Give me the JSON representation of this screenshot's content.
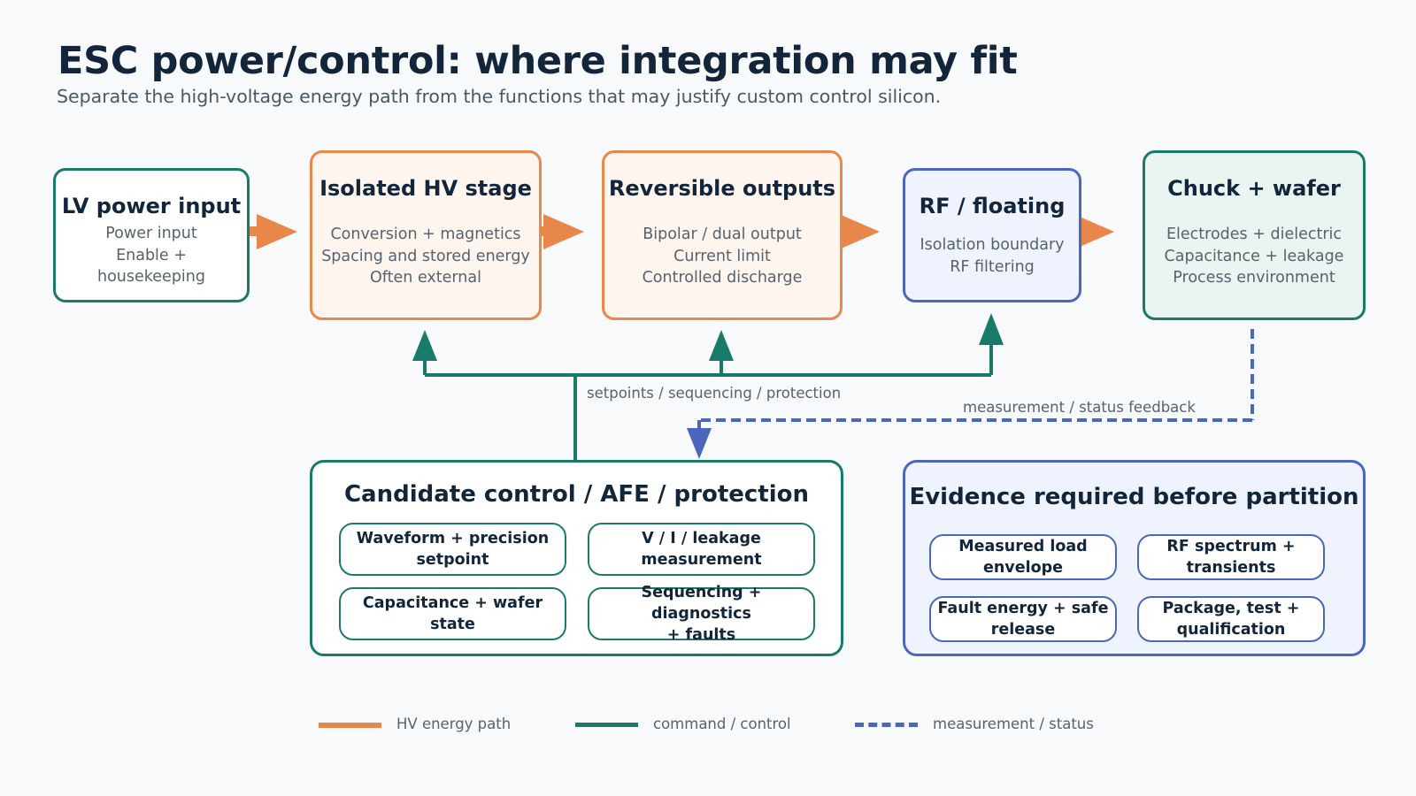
{
  "title": "ESC power/control: where integration may fit",
  "subtitle": "Separate the high-voltage energy path from the functions that may justify custom control silicon.",
  "colors": {
    "hv_path": "#e8874a",
    "command": "#1a7a6a",
    "measurement": "#4a67bd",
    "text": "#13253a"
  },
  "nodes": [
    {
      "title": "LV power input",
      "lines": [
        "Power input",
        "Enable +",
        "housekeeping"
      ]
    },
    {
      "title": "Isolated HV stage",
      "lines": [
        "Conversion + magnetics",
        "Spacing and stored energy",
        "Often external"
      ]
    },
    {
      "title": "Reversible outputs",
      "lines": [
        "Bipolar / dual output",
        "Current limit",
        "Controlled discharge"
      ]
    },
    {
      "title": "RF / floating",
      "lines": [
        "Isolation boundary",
        "RF filtering"
      ]
    },
    {
      "title": "Chuck + wafer",
      "lines": [
        "Electrodes + dielectric",
        "Capacitance + leakage",
        "Process environment"
      ]
    }
  ],
  "wire_labels": {
    "control": "setpoints / sequencing / protection",
    "feedback": "measurement / status feedback"
  },
  "control_panel": {
    "title": "Candidate control / AFE / protection",
    "items": [
      [
        "Waveform + precision",
        "setpoint"
      ],
      [
        "V / I / leakage",
        "measurement"
      ],
      [
        "Capacitance + wafer state"
      ],
      [
        "Sequencing + diagnostics",
        "+ faults"
      ]
    ]
  },
  "evidence_panel": {
    "title": "Evidence required before partition",
    "items": [
      [
        "Measured load",
        "envelope"
      ],
      [
        "RF spectrum +",
        "transients"
      ],
      [
        "Fault energy + safe",
        "release"
      ],
      [
        "Package, test +",
        "qualification"
      ]
    ]
  },
  "legend": {
    "hv": "HV energy path",
    "command": "command / control",
    "measurement": "measurement / status"
  }
}
